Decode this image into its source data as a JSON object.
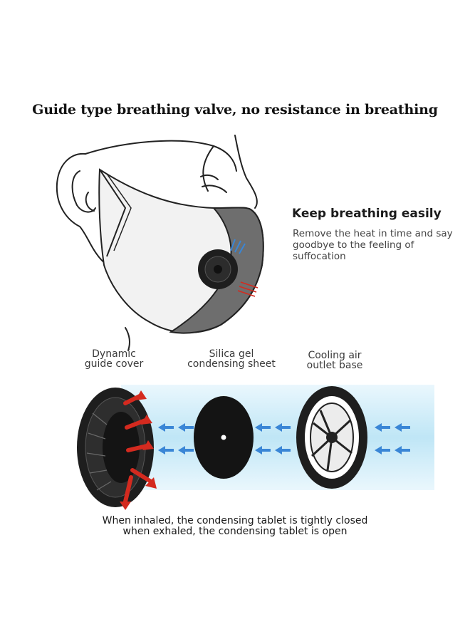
{
  "headline": "Guide type breathing valve, no resistance in breathing",
  "feature": {
    "title": "Keep breathing easily",
    "description": "Remove the heat in time and say goodbye to the feeling of suffocation"
  },
  "parts": [
    {
      "line1": "Dynamic",
      "line2": "guide cover"
    },
    {
      "line1": "Silica gel",
      "line2": "condensing sheet"
    },
    {
      "line1": "Cooling air",
      "line2": "outlet base"
    }
  ],
  "caption": {
    "line1": "When inhaled, the condensing tablet is tightly closed",
    "line2": "when exhaled, the condensing tablet is open"
  },
  "colors": {
    "mask": "#6e6e6e",
    "valve": "#1e1e1e",
    "arrow_out": "#d42a1f",
    "arrow_in": "#3a86d6",
    "band": "#bfe6f6"
  }
}
